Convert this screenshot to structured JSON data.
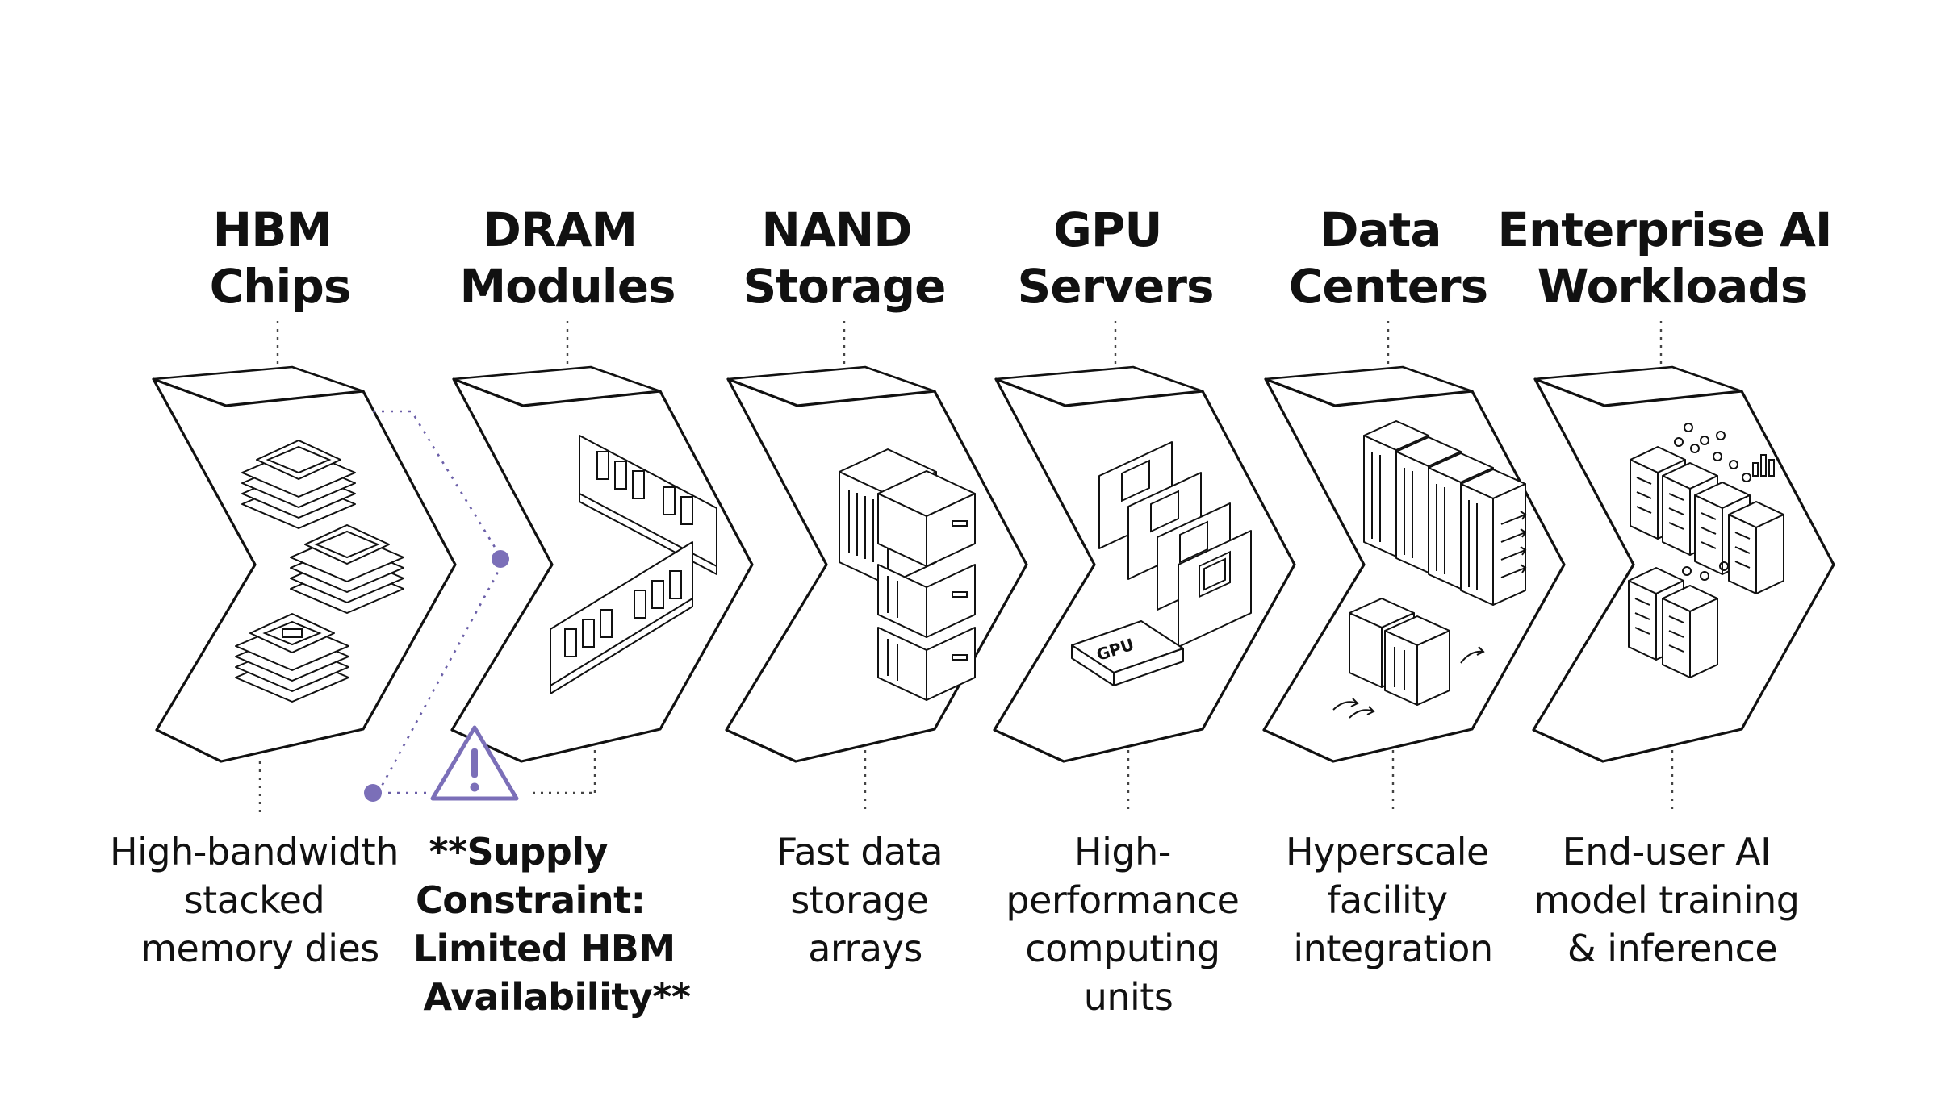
{
  "stages": [
    {
      "title": [
        "HBM",
        "Chips"
      ],
      "caption": [
        "High-bandwidth",
        "stacked",
        "memory dies"
      ],
      "icon": "hbm-stack-icon"
    },
    {
      "title": [
        "DRAM",
        "Modules"
      ],
      "caption": [
        "**Supply",
        "Constraint:",
        "Limited HBM",
        "Availability**"
      ],
      "icon": "dram-module-icon",
      "caption_bold": true
    },
    {
      "title": [
        "NAND",
        "Storage"
      ],
      "caption": [
        "Fast data",
        "storage",
        "arrays"
      ],
      "icon": "storage-array-icon"
    },
    {
      "title": [
        "GPU",
        "Servers"
      ],
      "caption": [
        "High-",
        "performance",
        "computing",
        "units"
      ],
      "icon": "gpu-card-icon",
      "chip_label": "GPU"
    },
    {
      "title": [
        "Data",
        "Centers"
      ],
      "caption": [
        "Hyperscale",
        "facility",
        "integration"
      ],
      "icon": "server-rack-icon"
    },
    {
      "title": [
        "Enterprise AI",
        "Workloads"
      ],
      "caption": [
        "End-user AI",
        "model training",
        "& inference"
      ],
      "icon": "ai-cluster-icon"
    }
  ],
  "constraint": {
    "icon": "warning-triangle-icon",
    "color": "#7b6fb8"
  },
  "colors": {
    "ink": "#111111",
    "accent": "#7b6fb8",
    "background": "#ffffff"
  }
}
